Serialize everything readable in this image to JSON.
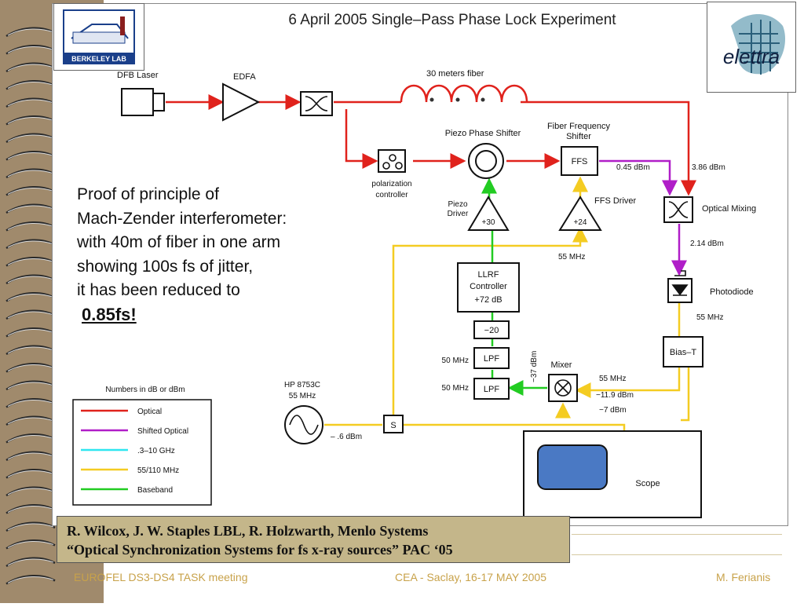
{
  "diagram": {
    "title": "6 April 2005 Single–Pass Phase Lock Experiment",
    "labels": {
      "dfb": "DFB Laser",
      "edfa": "EDFA",
      "fiber": "30 meters fiber",
      "polarization_1": "polarization",
      "polarization_2": "controller",
      "piezo_shifter": "Piezo Phase Shifter",
      "ffs_1": "Fiber Frequency",
      "ffs_2": "Shifter",
      "ffs": "FFS",
      "ffs_driver": "FFS Driver",
      "piezo_driver_1": "Piezo",
      "piezo_driver_2": "Driver",
      "amp_30": "+30",
      "amp_24": "+24",
      "optical_mixing": "Optical Mixing",
      "photodiode": "Photodiode",
      "bias_t": "Bias–T",
      "llrf_1": "LLRF",
      "llrf_2": "Controller",
      "llrf_3": "+72 dB",
      "attn": "−20",
      "lpf": "LPF",
      "lpf_2": "LPF",
      "mixer": "Mixer",
      "hp_1": "HP 8753C",
      "hp_2": "55 MHz",
      "splitter": "S",
      "scope": "Scope",
      "pwr_045": "0.45 dBm",
      "pwr_386": "3.86 dBm",
      "pwr_214": "2.14 dBm",
      "f_55_pd": "55 MHz",
      "f_55_ffs": "55 MHz",
      "f_50_a": "50 MHz",
      "f_50_b": "50 MHz",
      "neg37": "−37 dBm",
      "mix_55": "55 MHz",
      "mix_119": "−11.9 dBm",
      "mix_7": "−7 dBm",
      "neg6": "– .6 dBm"
    },
    "legend": {
      "title": "Numbers in dB or dBm",
      "items": [
        {
          "label": "Optical",
          "color": "#e0221c"
        },
        {
          "label": "Shifted Optical",
          "color": "#b01ec8"
        },
        {
          "label": ".3–10 GHz",
          "color": "#2ee6f0"
        },
        {
          "label": "55/110 MHz",
          "color": "#f4cc22"
        },
        {
          "label": "Baseband",
          "color": "#22cc22"
        }
      ]
    }
  },
  "notes": {
    "line1": "Proof of principle of",
    "line2": "Mach-Zender interferometer:",
    "line3": "with 40m of fiber in one arm",
    "line4": "showing 100s fs of jitter,",
    "line5": "it has been reduced to",
    "highlight": "0.85fs!"
  },
  "reference": {
    "line1": "R. Wilcox, J. W. Staples LBL, R. Holzwarth, Menlo Systems",
    "line2": "“Optical Synchronization Systems for fs x-ray sources” PAC ‘05"
  },
  "footer": {
    "left": "EUROFEL DS3-DS4 TASK meeting",
    "center": "CEA - Saclay, 16-17 MAY 2005",
    "right": "M. Ferianis"
  },
  "logos": {
    "berkeley": "BERKELEY LAB",
    "elettra": "elettra"
  },
  "colors": {
    "optical": "#e0221c",
    "shifted": "#b01ec8",
    "rf": "#f4cc22",
    "baseband": "#22cc22",
    "background_strip": "#a08a6c",
    "ref_box": "#c4b68a"
  }
}
